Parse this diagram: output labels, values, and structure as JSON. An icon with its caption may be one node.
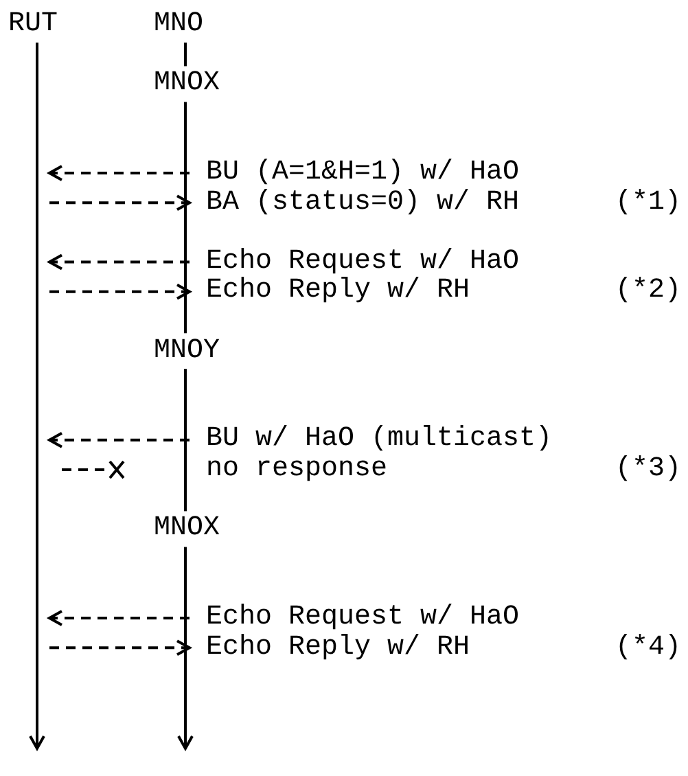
{
  "diagram": {
    "nodes": [
      {
        "text": [
          "RUT"
        ]
      },
      {
        "text": [
          "MNO"
        ]
      },
      {
        "text": [
          "MNOX"
        ]
      },
      {
        "text": [
          "BU (A=1&H=1) w/ HaO"
        ]
      },
      {
        "text": [
          "BA (status=0) w/ RH"
        ],
        "beside": [
          "(*1)"
        ]
      },
      {
        "text": [
          "Echo Request w/ HaO"
        ]
      },
      {
        "text": [
          "Echo Reply w/ RH"
        ],
        "beside": [
          "(*2)"
        ]
      },
      {
        "text": [
          "MNOY"
        ]
      },
      {
        "text": [
          "BU w/ HaO (multicast)"
        ]
      },
      {
        "text": [
          "no response"
        ],
        "beside": [
          "(*3)"
        ]
      },
      {
        "text": [
          "MNOX"
        ]
      },
      {
        "text": [
          "Echo Request w/ HaO"
        ]
      },
      {
        "text": [
          "Echo Reply w/ RH"
        ],
        "beside": [
          "(*4)"
        ]
      }
    ],
    "edges": [
      {
        "from": 0,
        "to": null,
        "arrow": "to"
      },
      {
        "from": 1,
        "to": 2,
        "arrow": "none"
      },
      {
        "from": 2,
        "to": 7,
        "arrow": "none"
      },
      {
        "from": 7,
        "to": 10,
        "arrow": "none"
      },
      {
        "from": 10,
        "to": null,
        "arrow": "to"
      },
      {
        "from": 3,
        "to": null,
        "arrow": "to",
        "style": "dashed"
      },
      {
        "from": null,
        "to": 4,
        "arrow": "to",
        "style": "dashed"
      },
      {
        "from": 5,
        "to": null,
        "arrow": "to",
        "style": "dashed"
      },
      {
        "from": null,
        "to": 6,
        "arrow": "to",
        "style": "dashed"
      },
      {
        "from": 8,
        "to": null,
        "arrow": "to",
        "style": "dashed"
      },
      {
        "from": 11,
        "to": null,
        "arrow": "to",
        "style": "dashed"
      },
      {
        "from": null,
        "to": 12,
        "arrow": "to",
        "style": "dashed"
      }
    ]
  }
}
